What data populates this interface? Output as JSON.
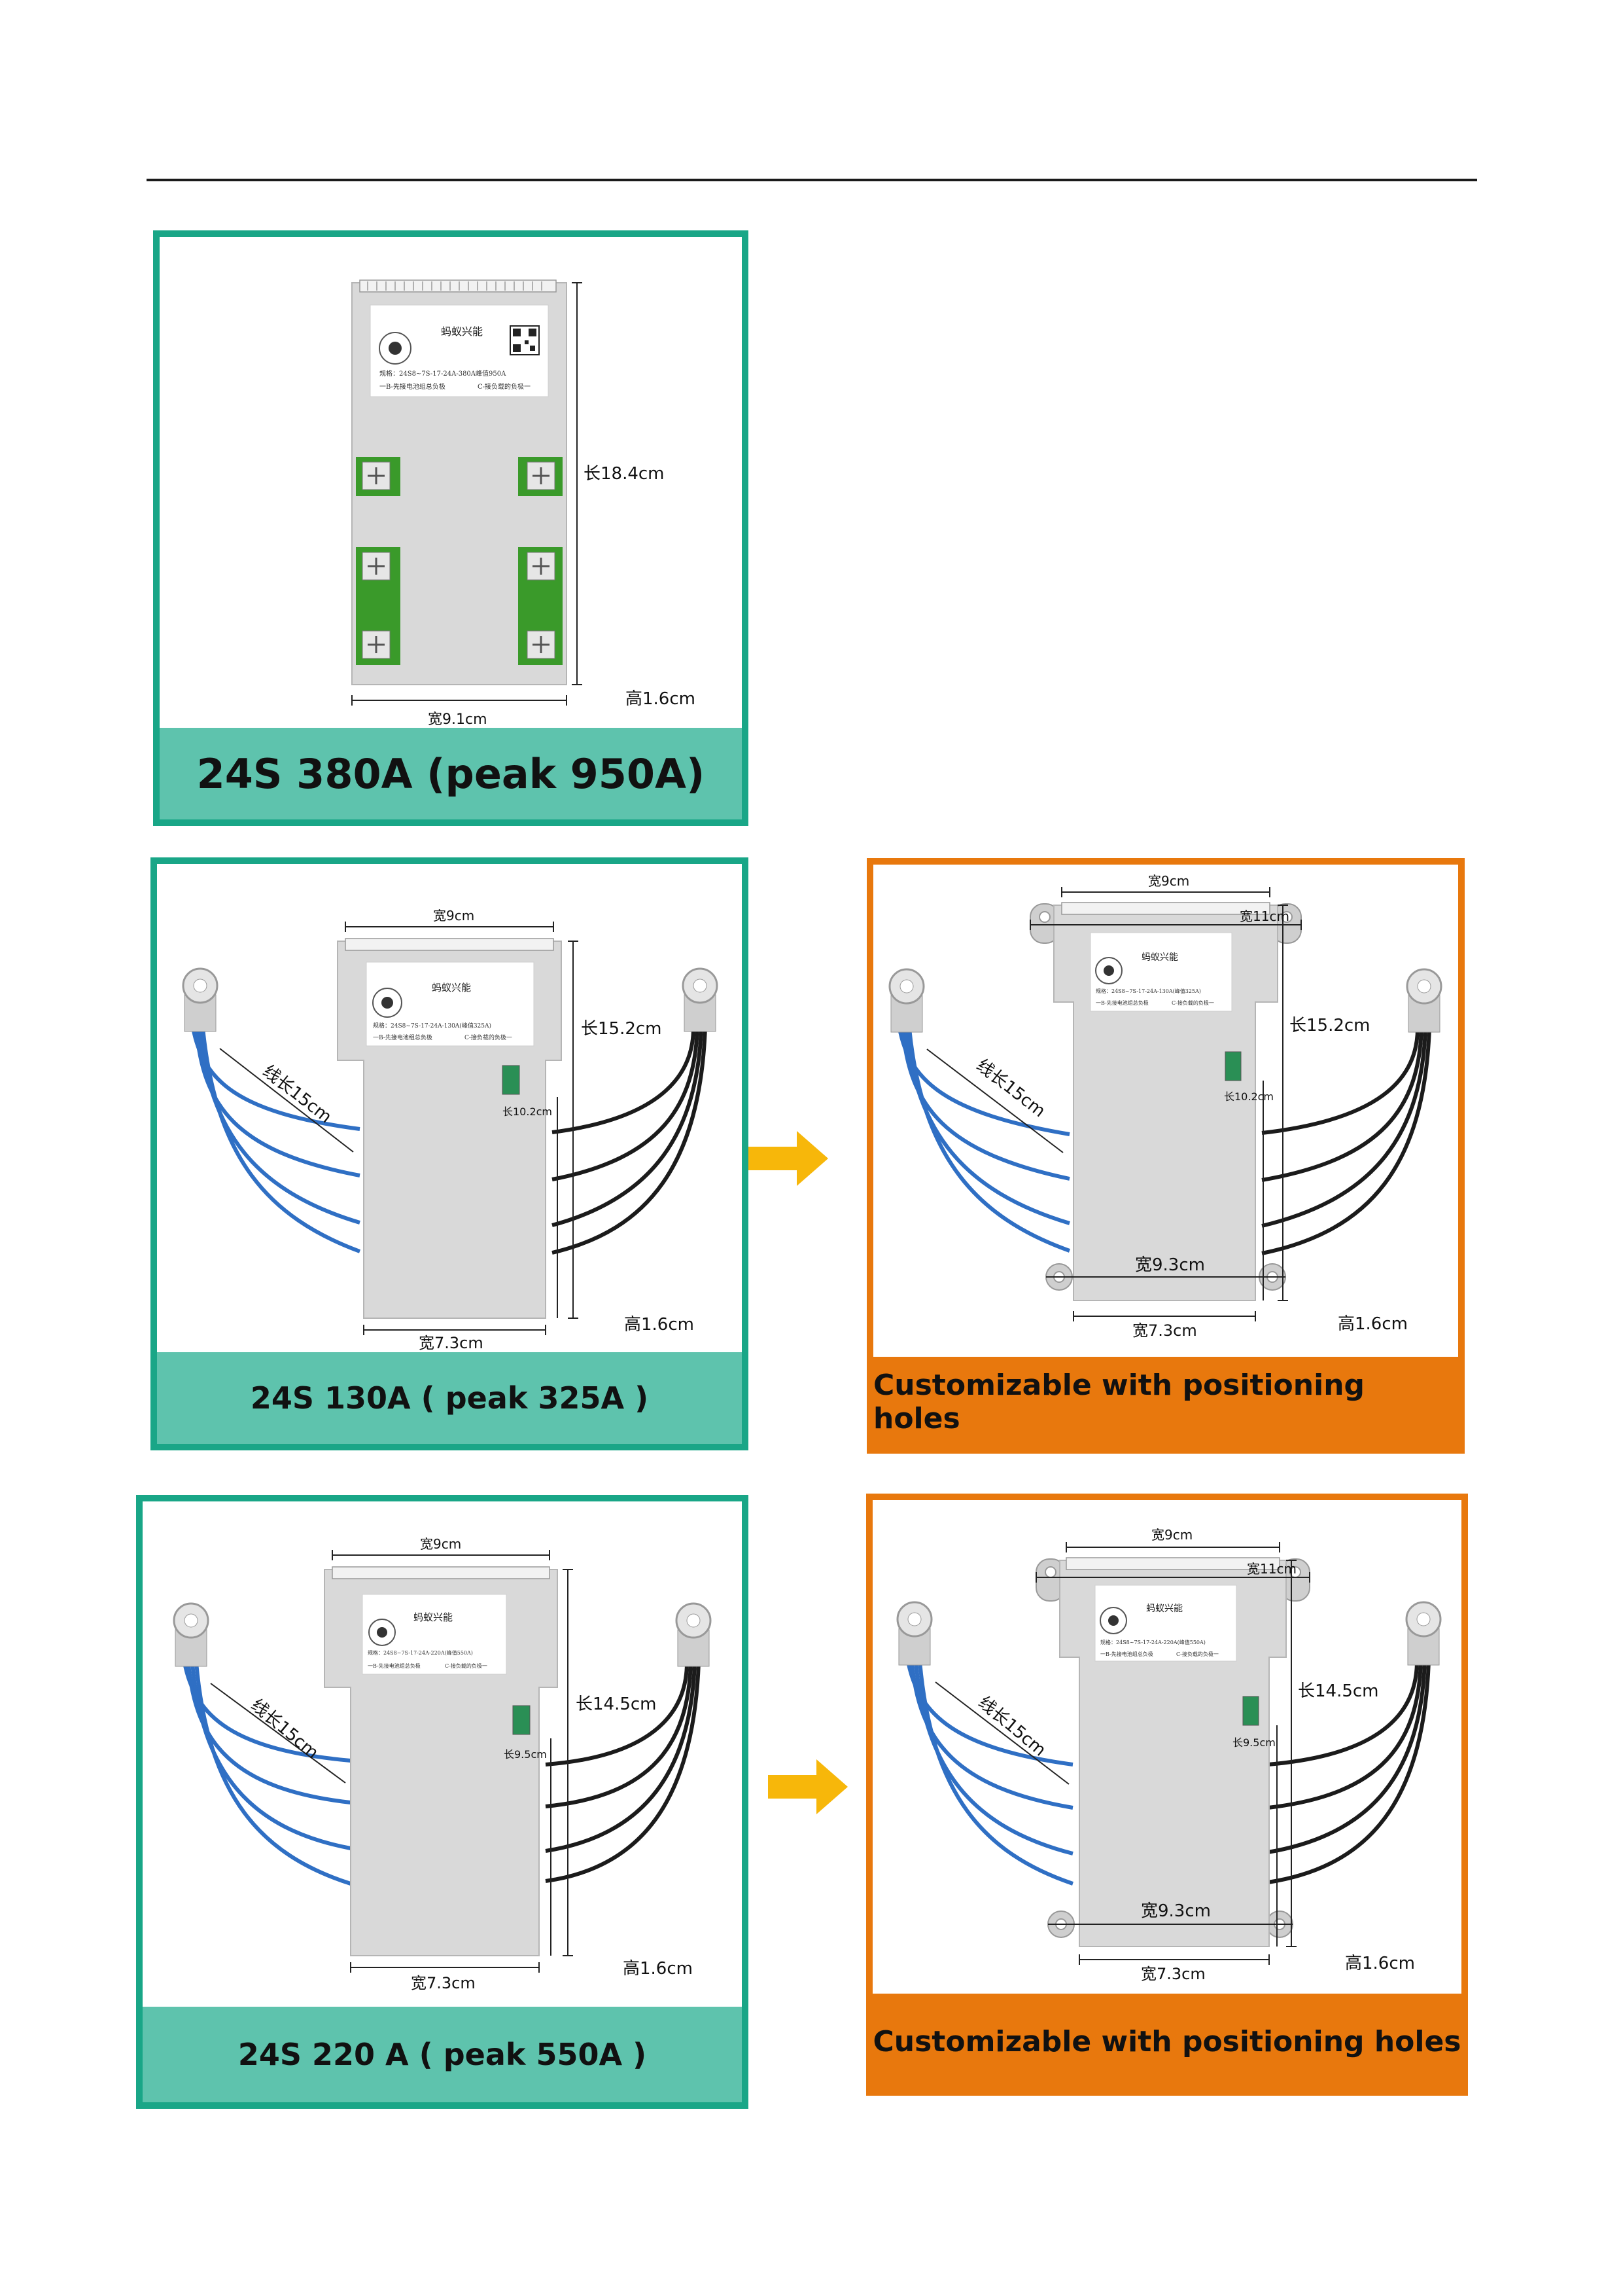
{
  "colors": {
    "teal_border": "#19a687",
    "teal_caption": "#5ec3ad",
    "orange": "#e8780d",
    "arrow": "#f7b70a",
    "wire_blue": "#2f6fc4",
    "wire_black": "#1b1b1b",
    "board": "#d9d9d9",
    "green_pad": "#3a9a2a"
  },
  "icons": [
    "right-arrow-icon",
    "qr-code-icon",
    "screw-terminal-icon",
    "ring-lug-icon",
    "balance-connector-icon"
  ],
  "panels": [
    {
      "caption": "24S 380A (peak 950A)",
      "dims": {
        "length": "长18.4cm",
        "width": "宽9.1cm",
        "height": "高1.6cm"
      },
      "label": {
        "brand": "蚂蚁兴能",
        "model": "规格：24S8~7S-17-24A-380A峰值950A",
        "neg_left": "一B-先接电池组总负极",
        "neg_right": "C-接负载的负极一"
      }
    },
    {
      "caption": "24S 130A ( peak 325A )",
      "dims": {
        "top_width": "宽9cm",
        "length": "长15.2cm",
        "sub_length": "长10.2cm",
        "wire": "线长15cm",
        "width": "宽7.3cm",
        "height": "高1.6cm"
      },
      "label": {
        "brand": "蚂蚁兴能",
        "model": "规格：24S8~7S-17-24A-130A(峰值325A)",
        "neg_left": "一B-先接电池组总负极",
        "neg_right": "C-接负载的负极一"
      }
    },
    {
      "caption": "Customizable with positioning holes",
      "dims": {
        "top_width": "宽9cm",
        "hole_width": "宽11cm",
        "length": "长15.2cm",
        "sub_length": "长10.2cm",
        "wire": "线长15cm",
        "mid_width": "宽9.3cm",
        "width": "宽7.3cm",
        "height": "高1.6cm"
      },
      "label": {
        "brand": "蚂蚁兴能",
        "model": "规格：24S8~7S-17-24A-130A(峰值325A)",
        "neg_left": "一B-先接电池组总负极",
        "neg_right": "C-接负载的负极一"
      }
    },
    {
      "caption": "24S 220 A ( peak 550A )",
      "dims": {
        "top_width": "宽9cm",
        "length": "长14.5cm",
        "sub_length": "长9.5cm",
        "wire": "线长15cm",
        "width": "宽7.3cm",
        "height": "高1.6cm"
      },
      "label": {
        "brand": "蚂蚁兴能",
        "model": "规格：24S8~7S-17-24A-220A(峰值550A)",
        "neg_left": "一B-先接电池组总负极",
        "neg_right": "C-接负载的负极一"
      }
    },
    {
      "caption": "Customizable with positioning holes",
      "dims": {
        "top_width": "宽9cm",
        "hole_width": "宽11cm",
        "length": "长14.5cm",
        "sub_length": "长9.5cm",
        "wire": "线长15cm",
        "mid_width": "宽9.3cm",
        "width": "宽7.3cm",
        "height": "高1.6cm"
      },
      "label": {
        "brand": "蚂蚁兴能",
        "model": "规格：24S8~7S-17-24A-220A(峰值550A)",
        "neg_left": "一B-先接电池组总负极",
        "neg_right": "C-接负载的负极一"
      }
    }
  ]
}
